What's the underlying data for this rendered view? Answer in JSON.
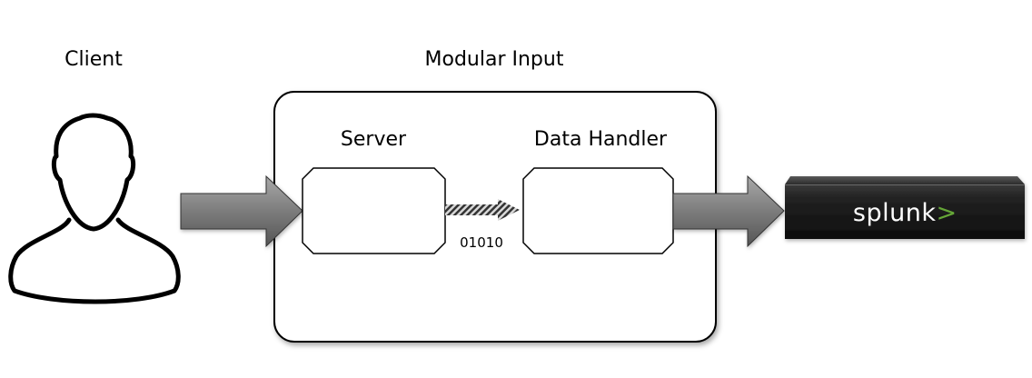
{
  "labels": {
    "client": "Client",
    "modular_input": "Modular Input",
    "server": "Server",
    "data_handler": "Data Handler",
    "binary_data": "01010"
  },
  "splunk_logo": {
    "text": "splunk",
    "chevron": ">"
  },
  "colors": {
    "arrow_fill": "#7a7a7a",
    "logo_background": "#1a1a1a",
    "logo_chevron": "#65a637"
  },
  "icons": {
    "client": "user-silhouette-icon"
  }
}
